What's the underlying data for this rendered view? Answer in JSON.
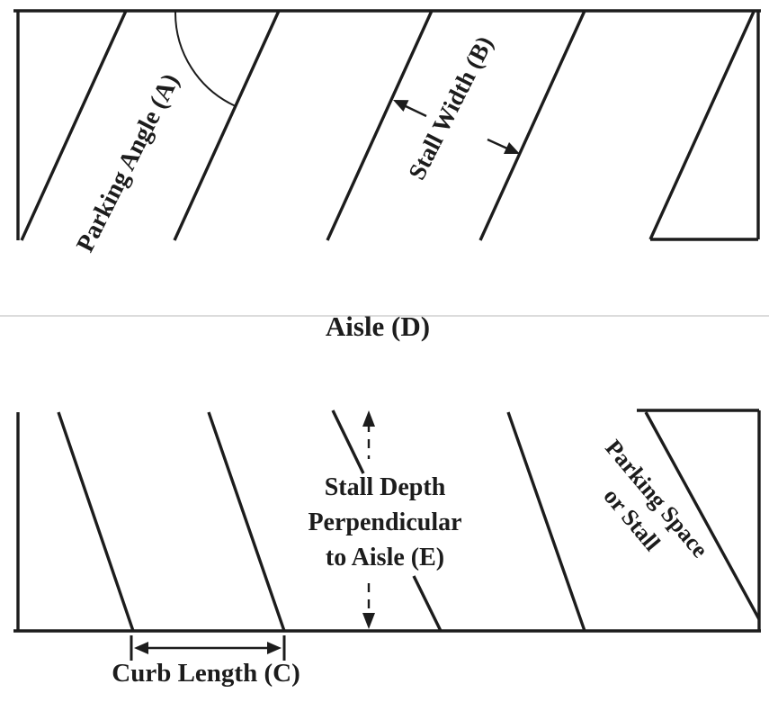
{
  "figure": {
    "labels": {
      "parking_angle": "Parking Angle (A)",
      "stall_width": "Stall Width (B)",
      "aisle": "Aisle (D)",
      "stall_depth": [
        "Stall Depth",
        "Perpendicular",
        "to Aisle (E)"
      ],
      "parking_space": [
        "Parking Space",
        "or Stall"
      ],
      "curb_length": "Curb Length (C)"
    },
    "colors": {
      "line": "#1c1c1c",
      "faint_line": "#dcdcdc",
      "background": "#ffffff"
    }
  }
}
